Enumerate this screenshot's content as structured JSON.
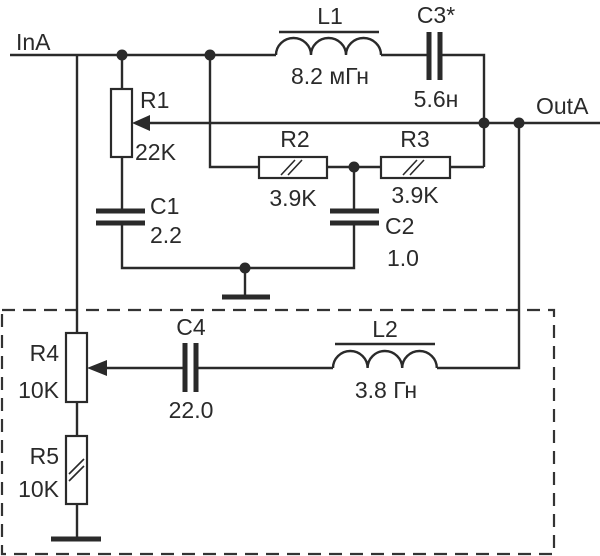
{
  "ports": {
    "input": "InA",
    "output": "OutA"
  },
  "components": {
    "L1": {
      "name": "L1",
      "value": "8.2 мГн"
    },
    "C3": {
      "name": "C3*",
      "value": "5.6н"
    },
    "R1": {
      "name": "R1",
      "value": "22K"
    },
    "R2": {
      "name": "R2",
      "value": "3.9K"
    },
    "R3": {
      "name": "R3",
      "value": "3.9K"
    },
    "C1": {
      "name": "C1",
      "value": "2.2"
    },
    "C2": {
      "name": "C2",
      "value": "1.0"
    },
    "R4": {
      "name": "R4",
      "value": "10K"
    },
    "R5": {
      "name": "R5",
      "value": "10K"
    },
    "C4": {
      "name": "C4",
      "value": "22.0"
    },
    "L2": {
      "name": "L2",
      "value": "3.8 Гн"
    }
  }
}
